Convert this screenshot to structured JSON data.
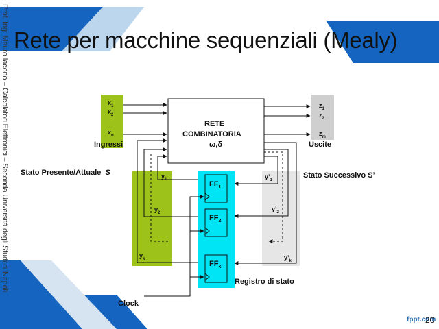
{
  "slide": {
    "title": "Rete per macchine sequenziali (Mealy)",
    "side_text": "Prof. Ing. Mauro Iacono – Calcolatori Elettronici – Seconda Università degli Studi di Napoli",
    "page_number": "20",
    "brand": "fppt.com"
  },
  "diagram": {
    "block_line1": "RETE",
    "block_line2": "COMBINATORIA",
    "block_line3": "ω,δ",
    "inputs": [
      "x",
      "x",
      "x"
    ],
    "input_subs": [
      "1",
      "2",
      "n"
    ],
    "outputs": [
      "z",
      "z",
      "z"
    ],
    "output_subs": [
      "1",
      "2",
      "m"
    ],
    "ingressi": "Ingressi",
    "uscite": "Uscite",
    "stato_presente": "Stato Presente/Attuale",
    "stato_presente_sym": "S",
    "stato_successivo": "Stato Successivo S’",
    "y_labels": [
      "y",
      "y",
      "y"
    ],
    "y_subs": [
      "1",
      "2",
      "k"
    ],
    "yp_labels": [
      "y’",
      "y’",
      "y’"
    ],
    "yp_subs": [
      "1",
      "2",
      "k"
    ],
    "ff_label": [
      "FF",
      "FF",
      "FF"
    ],
    "ff_subs": [
      "1",
      "2",
      "k"
    ],
    "registro": "Registro di stato",
    "clock": "Clock"
  },
  "colors": {
    "blue_band": "#1565c0",
    "green_highlight": "#9dc31a",
    "cyan_highlight": "#00e5f5",
    "grey_block": "#cfcfcf"
  }
}
